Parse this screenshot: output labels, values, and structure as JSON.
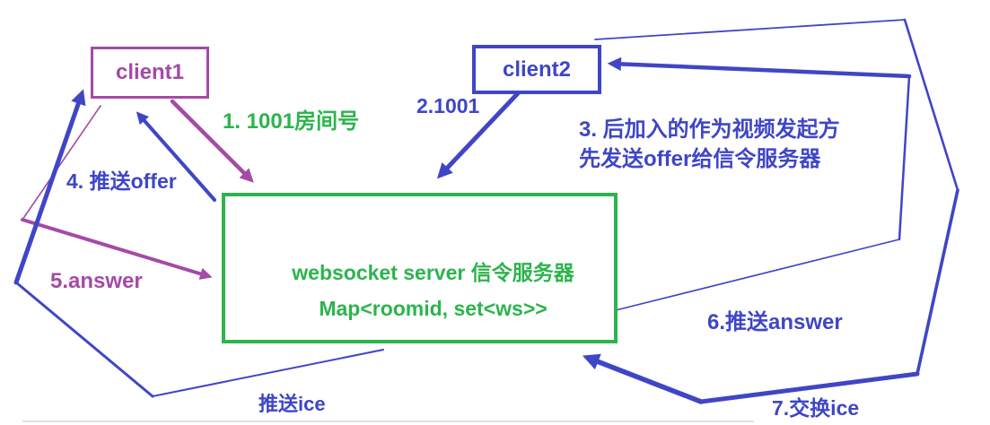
{
  "nodes": {
    "client1": {
      "label": "client1"
    },
    "client2": {
      "label": "client2"
    },
    "server": {
      "title": "websocket server 信令服务器",
      "subtitle": "Map<roomid, set<ws>>"
    }
  },
  "labels": {
    "step1": "1. 1001房间号",
    "step2": "2.1001",
    "step3_line1": "3. 后加入的作为视频发起方",
    "step3_line2": "先发送offer给信令服务器",
    "step4": "4. 推送offer",
    "step5": "5.answer",
    "step6": "6.推送answer",
    "step7": "7.交换ice",
    "push_ice": "推送ice"
  },
  "colors": {
    "blue": "#3f46c6",
    "purple": "#a54aa5",
    "green": "#2db44e",
    "divider": "#e2e2e5"
  }
}
